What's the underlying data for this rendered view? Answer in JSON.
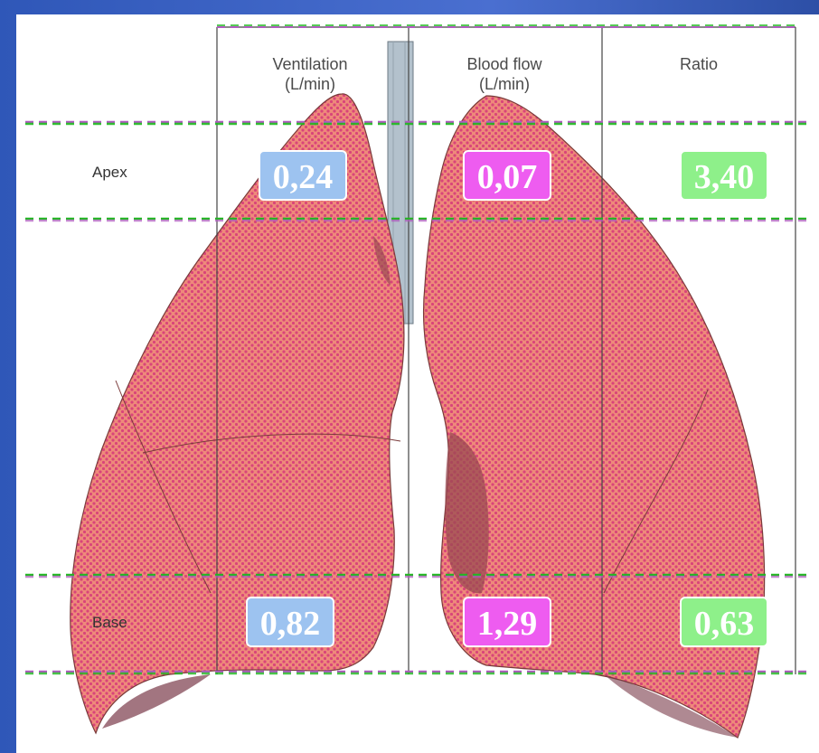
{
  "headers": {
    "ventilation": "Ventilation",
    "ventilation_unit": "(L/min)",
    "blood_flow": "Blood flow",
    "blood_flow_unit": "(L/min)",
    "ratio": "Ratio"
  },
  "rows": {
    "apex": {
      "label": "Apex",
      "ventilation": "0,24",
      "blood_flow": "0,07",
      "ratio": "3,40"
    },
    "base": {
      "label": "Base",
      "ventilation": "0,82",
      "blood_flow": "1,29",
      "ratio": "0,63"
    }
  },
  "colors": {
    "ventilation": "#9dc3f0",
    "blood_flow": "#ee5cf0",
    "ratio": "#8ef08a",
    "lung_fill": "#ee8a7a",
    "lung_dots": "#d9447a",
    "trachea": "#b3c1cc",
    "green_dash": "#1fb81f",
    "purple_dash": "#b05bc0"
  }
}
